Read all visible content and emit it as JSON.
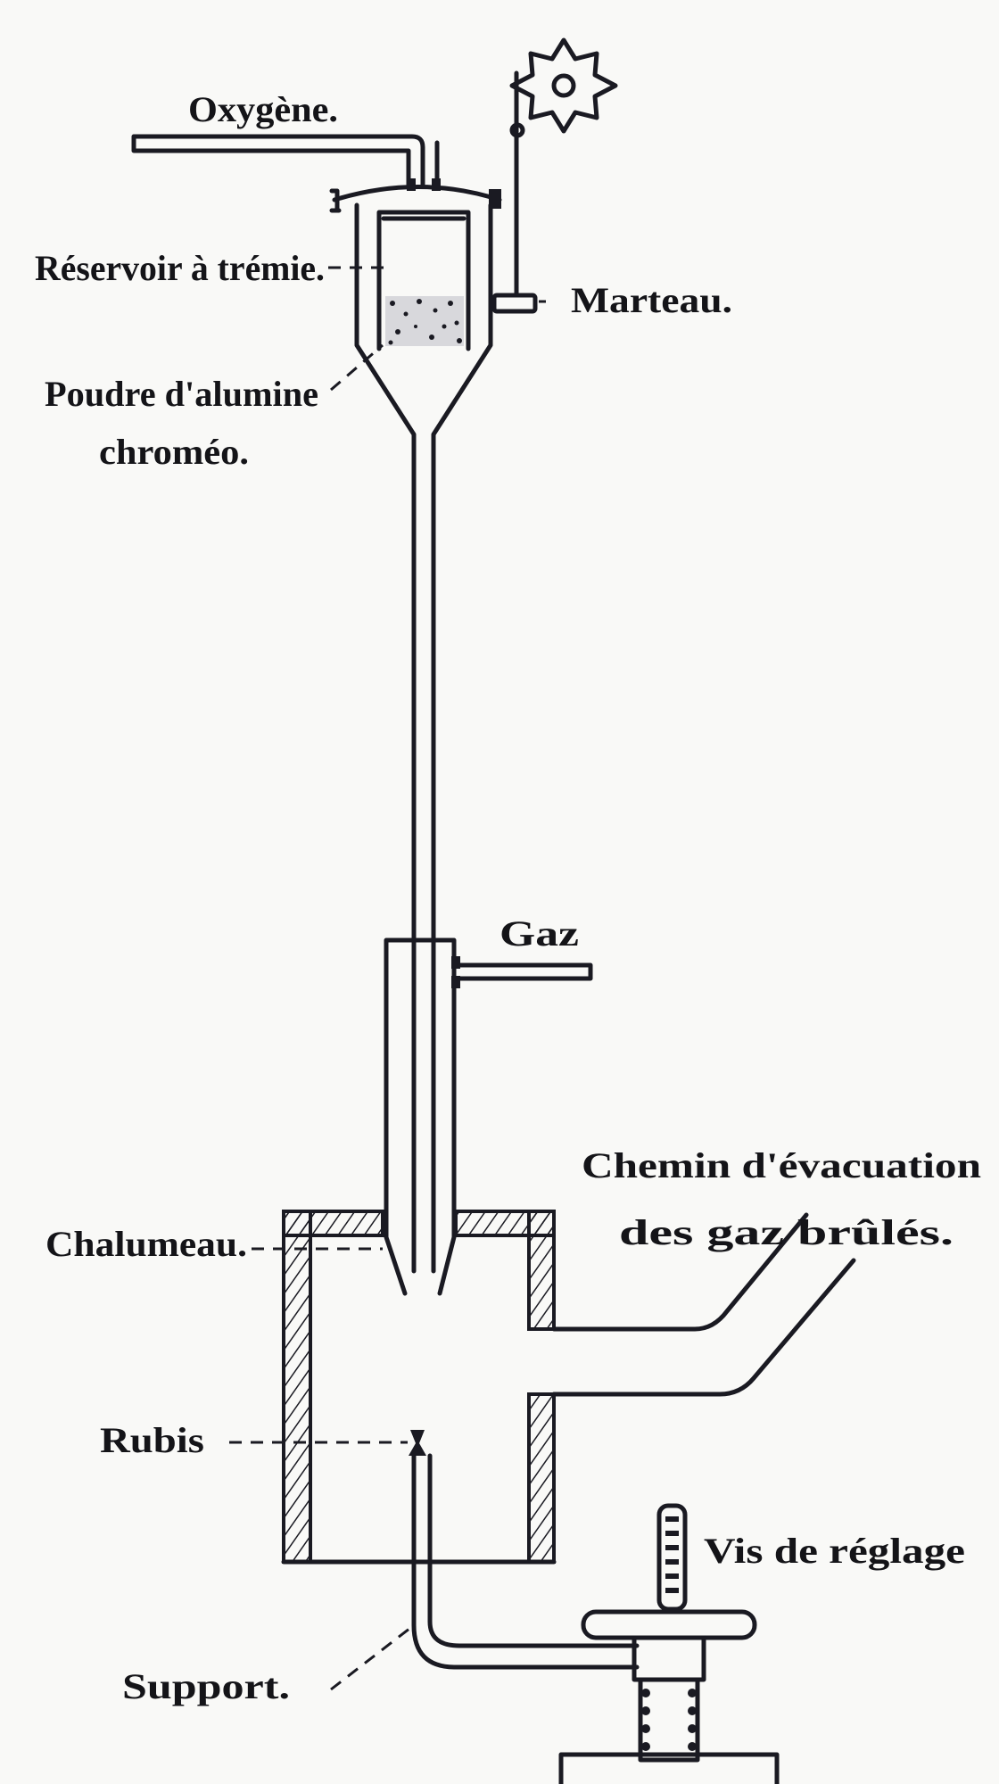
{
  "labels": {
    "oxygen": "Oxygène.",
    "hopper": "Réservoir à trémie.",
    "hammer": "Marteau.",
    "powder_line1": "Poudre d'alumine",
    "powder_line2": "chroméo.",
    "gas": "Gaz",
    "exhaust_line1": "Chemin d'évacuation",
    "exhaust_line2": "des gaz brûlés.",
    "torch": "Chalumeau.",
    "ruby": "Rubis",
    "adjust_screw": "Vis de réglage",
    "support": "Support."
  },
  "colors": {
    "ink": "#1a1a22",
    "paper": "#f9f9f7"
  }
}
